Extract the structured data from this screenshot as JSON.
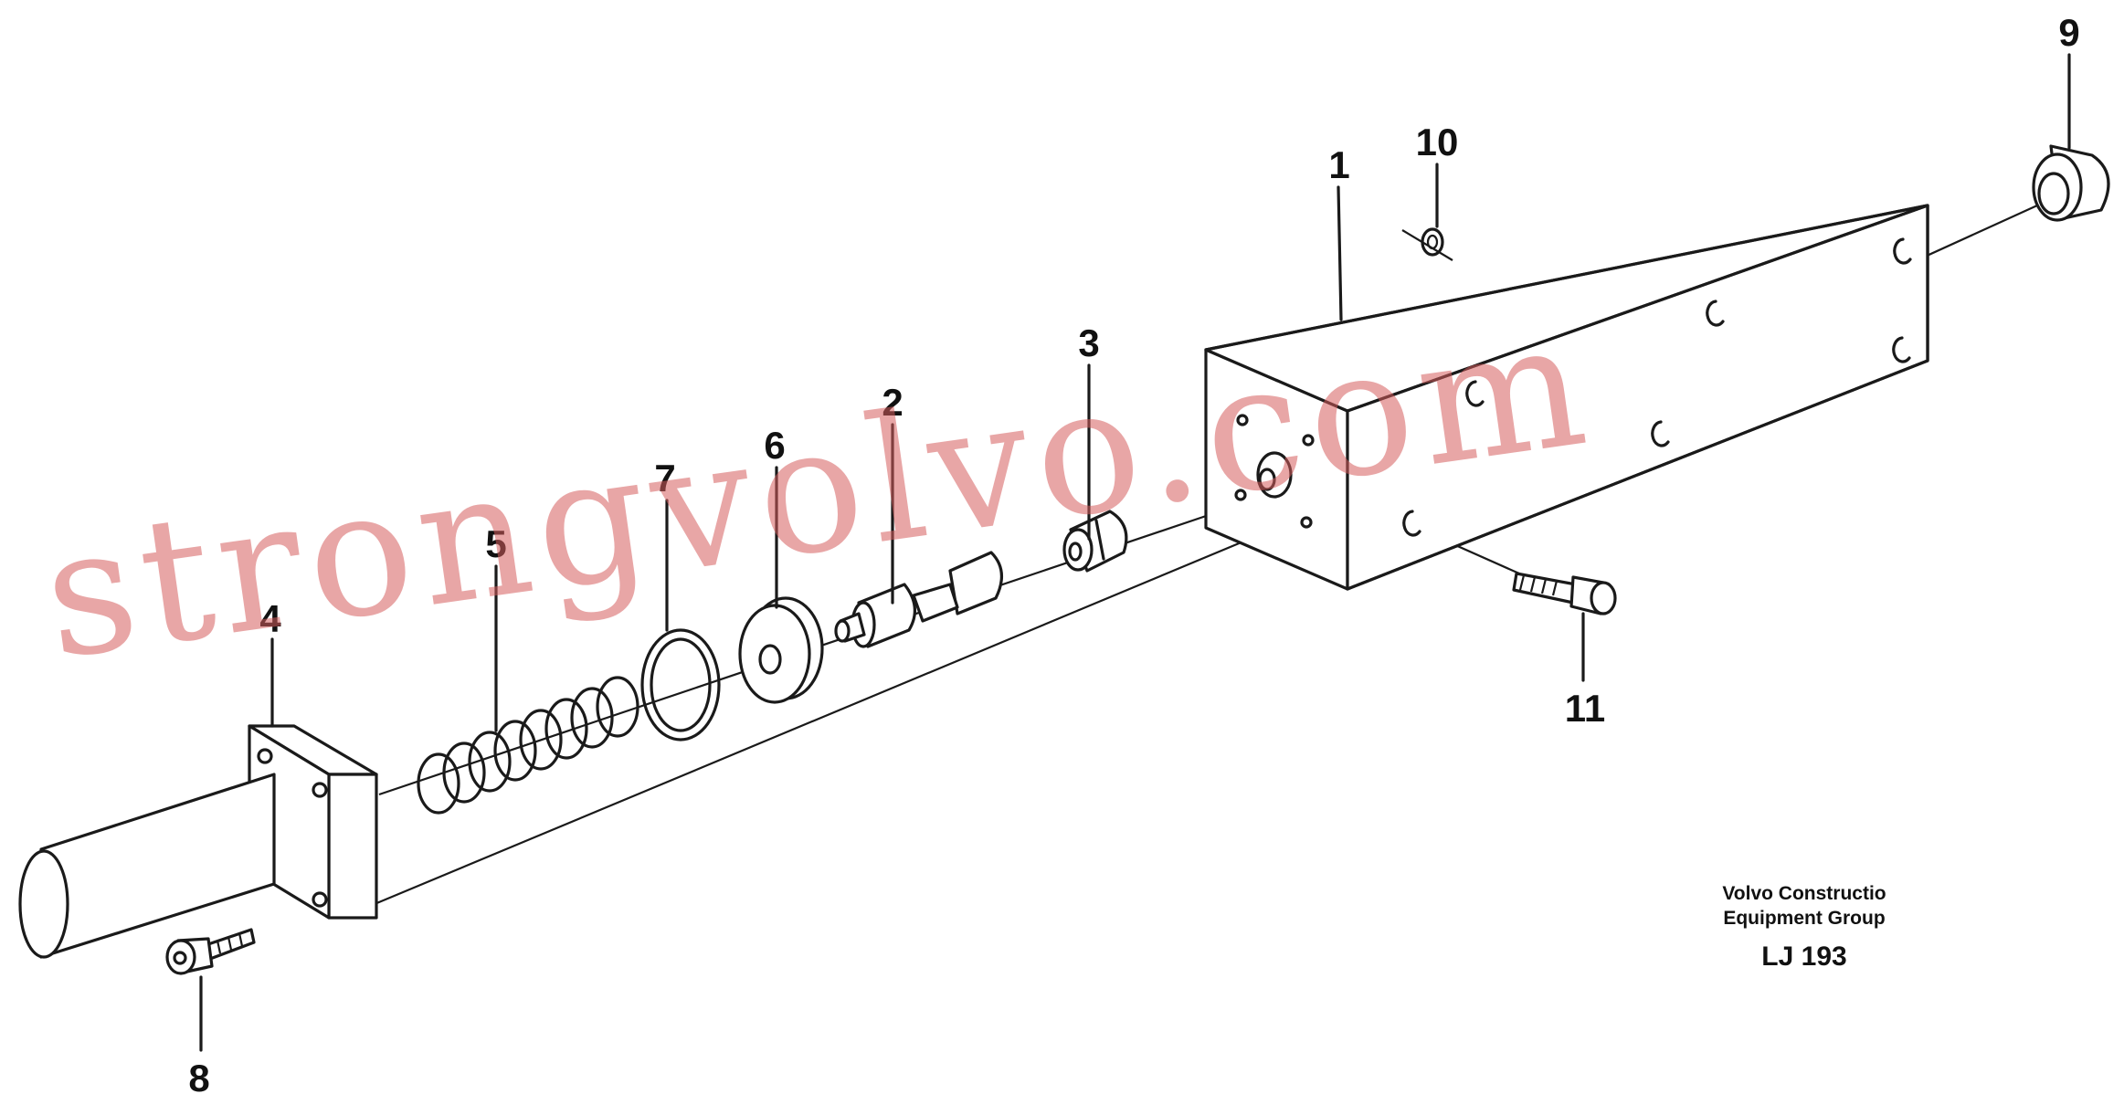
{
  "callouts": {
    "c1": "1",
    "c2": "2",
    "c3": "3",
    "c4": "4",
    "c5": "5",
    "c6": "6",
    "c7": "7",
    "c8": "8",
    "c9": "9",
    "c10": "10",
    "c11": "11"
  },
  "brand": {
    "line1": "Volvo Constructio",
    "line2": "Equipment Group",
    "code": "LJ 193"
  },
  "watermark": "strongvolvo.com"
}
